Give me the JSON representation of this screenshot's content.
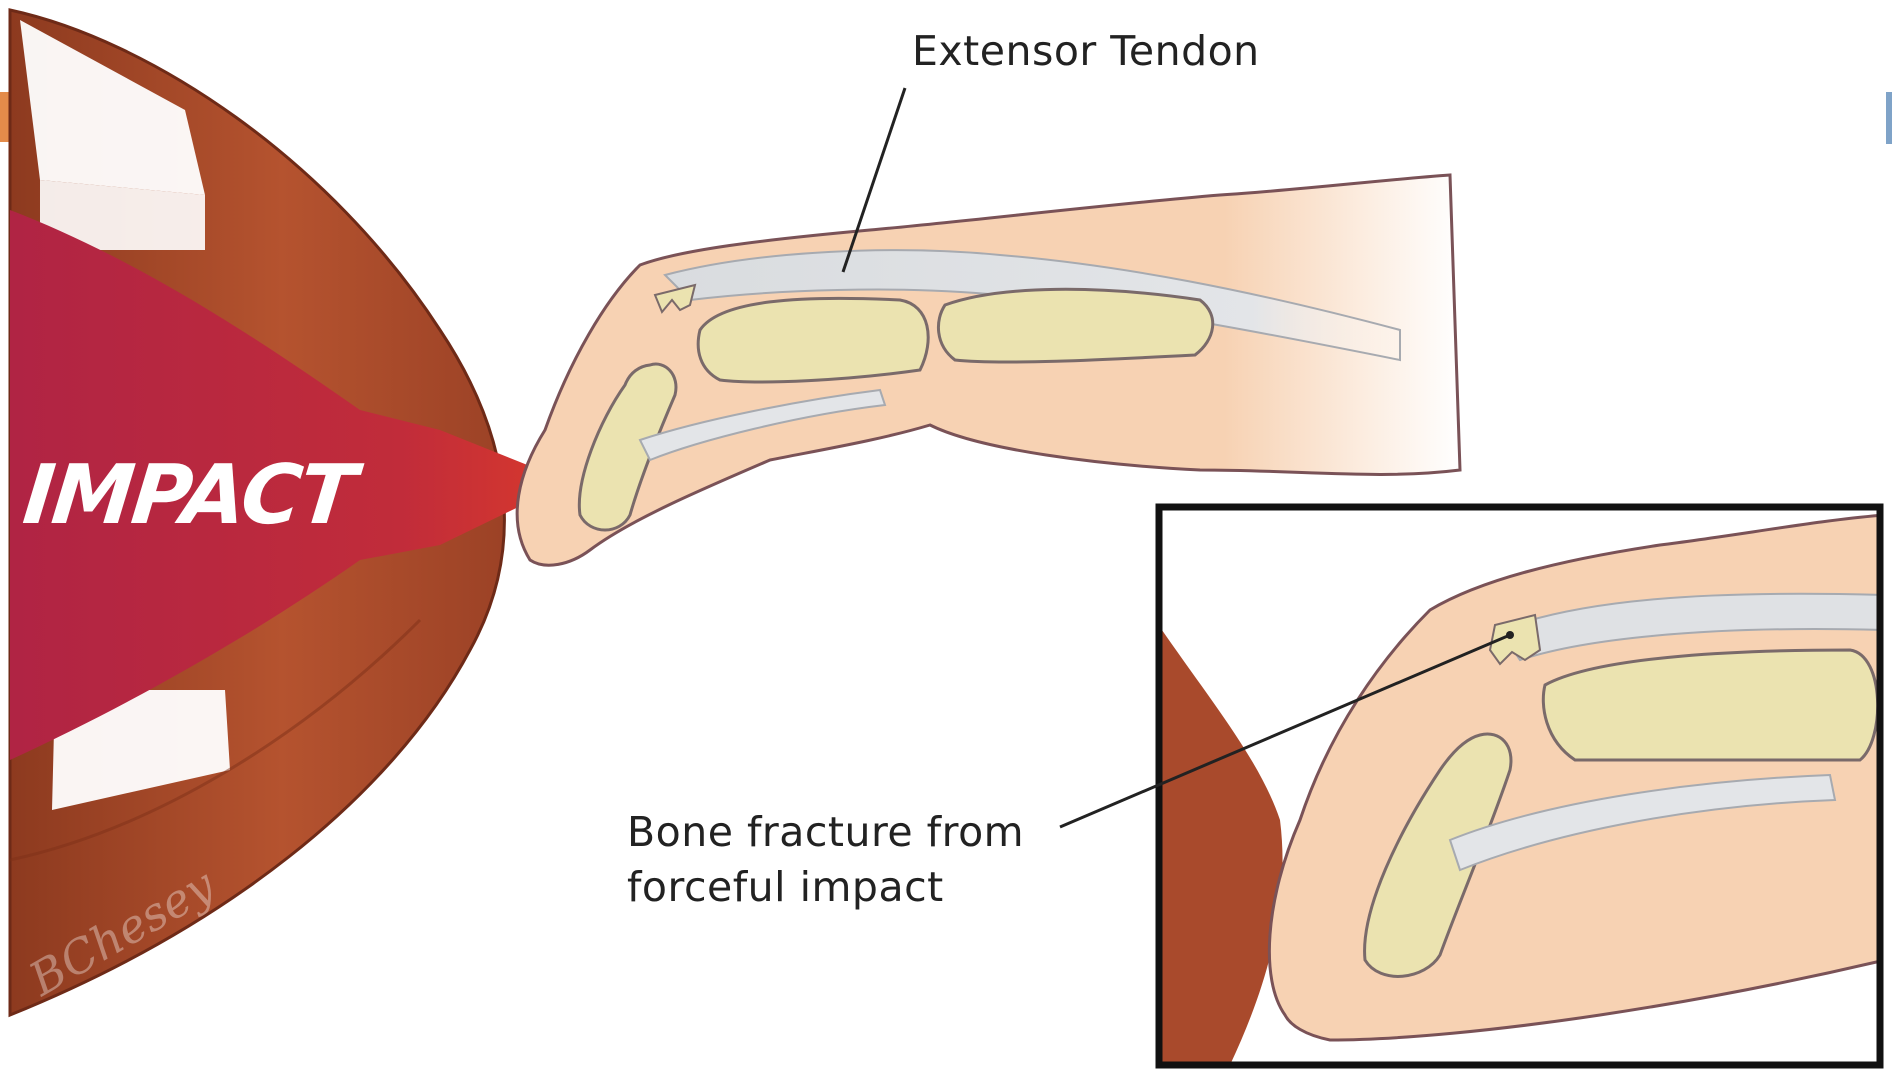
{
  "labels": {
    "impact": "IMPACT",
    "extensor_tendon": "Extensor Tendon",
    "fracture_line1": "Bone fracture from",
    "fracture_line2": "forceful impact",
    "signature": "BChesey"
  },
  "colors": {
    "football": "#a94a2c",
    "football_dark": "#7e3018",
    "lace_stripe": "#ffffff",
    "impact_arrow": "#b5243f",
    "impact_arrow_tip": "#d63a2e",
    "skin": "#f7d2b3",
    "skin_outline": "#6e4a4f",
    "bone": "#ebe3b0",
    "tendon": "#dfe1e4",
    "text": "#222222",
    "inset_frame": "#111111",
    "accent_orange": "#e48b4a",
    "accent_blue": "#7fa3c8"
  }
}
